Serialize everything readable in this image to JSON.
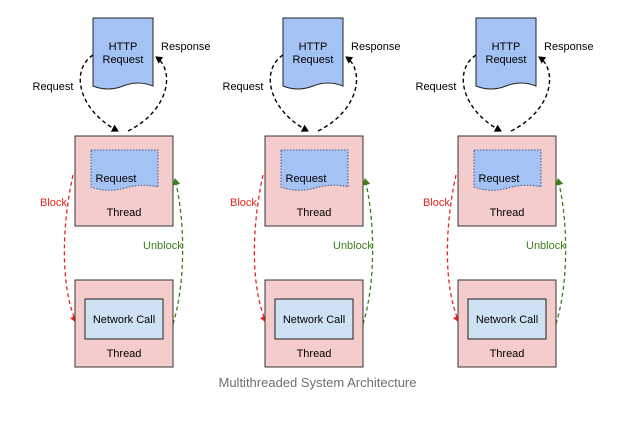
{
  "caption": "Multithreaded System Architecture",
  "colors": {
    "http_request_fill": "#a4c2f4",
    "thread_fill": "#f4cccc",
    "network_call_fill": "#cfe2f3",
    "block_arrow": "#e8231f",
    "unblock_arrow": "#3f7e18",
    "request_arrow": "#000000"
  },
  "icons": {
    "http_request_shape": "document-shape",
    "request_shape": "document-shape"
  },
  "columns": [
    {
      "http_request": "HTTP\nRequest",
      "request_label": "Request",
      "response_label": "Response",
      "thread_request": "Request",
      "thread_top": "Thread",
      "block": "Block",
      "unblock": "Unblock",
      "network_call": "Network Call",
      "thread_bottom": "Thread"
    },
    {
      "http_request": "HTTP\nRequest",
      "request_label": "Request",
      "response_label": "Response",
      "thread_request": "Request",
      "thread_top": "Thread",
      "block": "Block",
      "unblock": "Unblock",
      "network_call": "Network Call",
      "thread_bottom": "Thread"
    },
    {
      "http_request": "HTTP\nRequest",
      "request_label": "Request",
      "response_label": "Response",
      "thread_request": "Request",
      "thread_top": "Thread",
      "block": "Block",
      "unblock": "Unblock",
      "network_call": "Network Call",
      "thread_bottom": "Thread"
    }
  ]
}
